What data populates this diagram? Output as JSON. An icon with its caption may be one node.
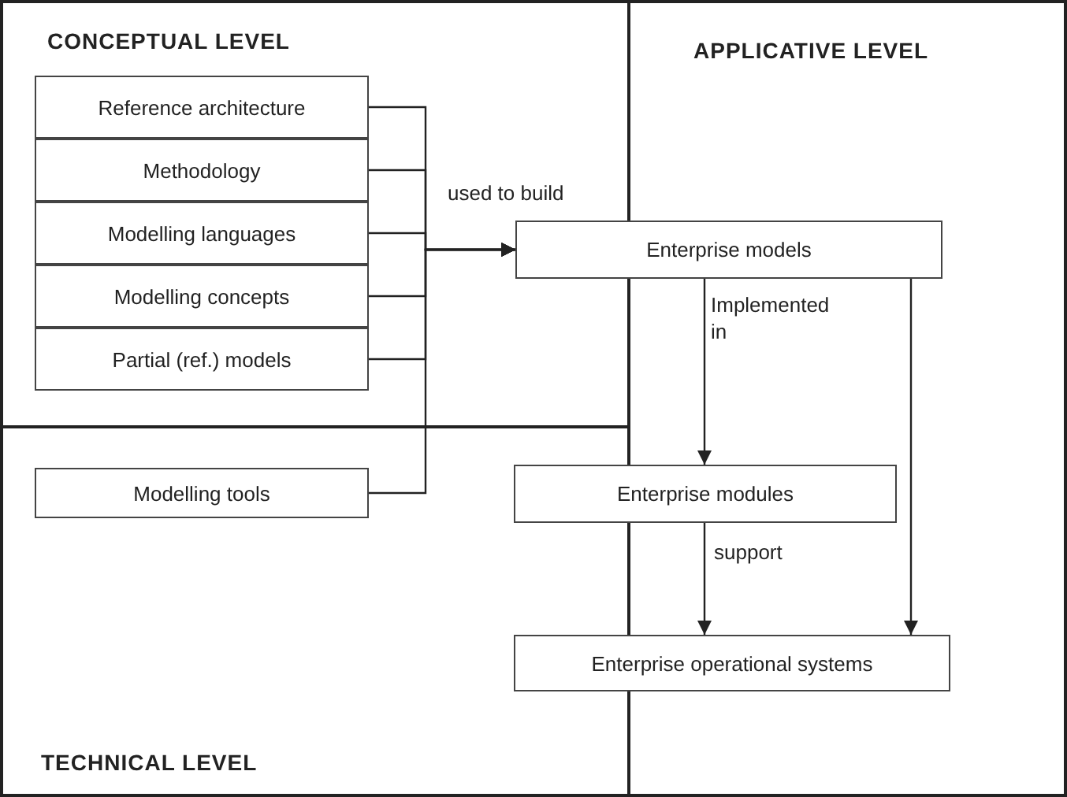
{
  "diagram": {
    "nodes": [
      {
        "text": [
          "Reference architecture"
        ]
      },
      {
        "text": [
          "Methodology"
        ]
      },
      {
        "text": [
          "Modelling languages"
        ]
      },
      {
        "text": [
          "Modelling concepts"
        ]
      },
      {
        "text": [
          "Partial (ref.) models"
        ]
      },
      {
        "text": [
          "Enterprise models"
        ]
      },
      {
        "text": [
          "Enterprise modules"
        ]
      },
      {
        "text": [
          "Enterprise operational systems"
        ]
      },
      {
        "text": [
          "Modelling tools"
        ]
      }
    ],
    "edges": [
      {
        "from": 0,
        "to": 5,
        "arrow": "to",
        "label": "used to build"
      },
      {
        "from": 1,
        "to": 5,
        "arrow": "to"
      },
      {
        "from": 2,
        "to": 5,
        "arrow": "to"
      },
      {
        "from": 3,
        "to": 5,
        "arrow": "to"
      },
      {
        "from": 4,
        "to": 5,
        "arrow": "to"
      },
      {
        "from": 8,
        "to": 5,
        "arrow": "to"
      },
      {
        "from": 5,
        "to": 6,
        "arrow": "to",
        "label": "Implemented in"
      },
      {
        "from": 6,
        "to": 7,
        "arrow": "to",
        "label": "support"
      },
      {
        "from": 5,
        "to": 7,
        "arrow": "to"
      }
    ],
    "labels": [
      "CONCEPTUAL LEVEL",
      "APPLICATIVE LEVEL",
      "TECHNICAL LEVEL"
    ]
  }
}
